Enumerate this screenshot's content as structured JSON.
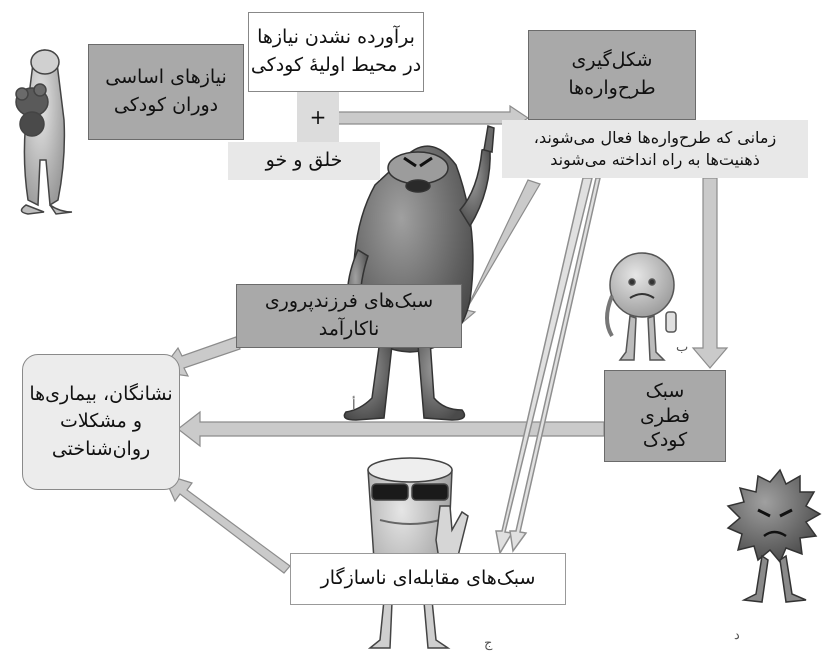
{
  "nodes": {
    "basic_needs": [
      "نیازهای اساسی",
      "دوران کودکی"
    ],
    "unmet_needs": [
      "برآورده نشدن نیازها",
      "در محیط اولیهٔ کودکی"
    ],
    "plus": "+",
    "temperament": "خلق و خو",
    "schema_formation": [
      "شکل‌گیری",
      "طرح‌واره‌ها"
    ],
    "schema_activation": [
      "زمانی که طرح‌واره‌ها فعال می‌شوند،",
      "ذهنیت‌ها به راه انداخته می‌شوند"
    ],
    "parenting": [
      "سبک‌های فرزندپروری",
      "ناکارآمد"
    ],
    "innate_style": [
      "سبک",
      "فطری",
      "کودک"
    ],
    "symptoms": [
      "نشانگان، بیماری‌ها",
      "و مشکلات",
      "روان‌شناختی"
    ],
    "coping": "سبک‌های مقابله‌ای ناسازگار"
  },
  "figure_tags": [
    "أ",
    "ب",
    "ج",
    "د"
  ],
  "colors": {
    "dark_box": "#a9a9a9",
    "light_box": "#e8e8e8",
    "arrow_fill": "#c9c9c9",
    "arrow_stroke": "#8c8c8c",
    "figure_gray": "#8a8a8a",
    "figure_dark": "#5a5a5a"
  }
}
